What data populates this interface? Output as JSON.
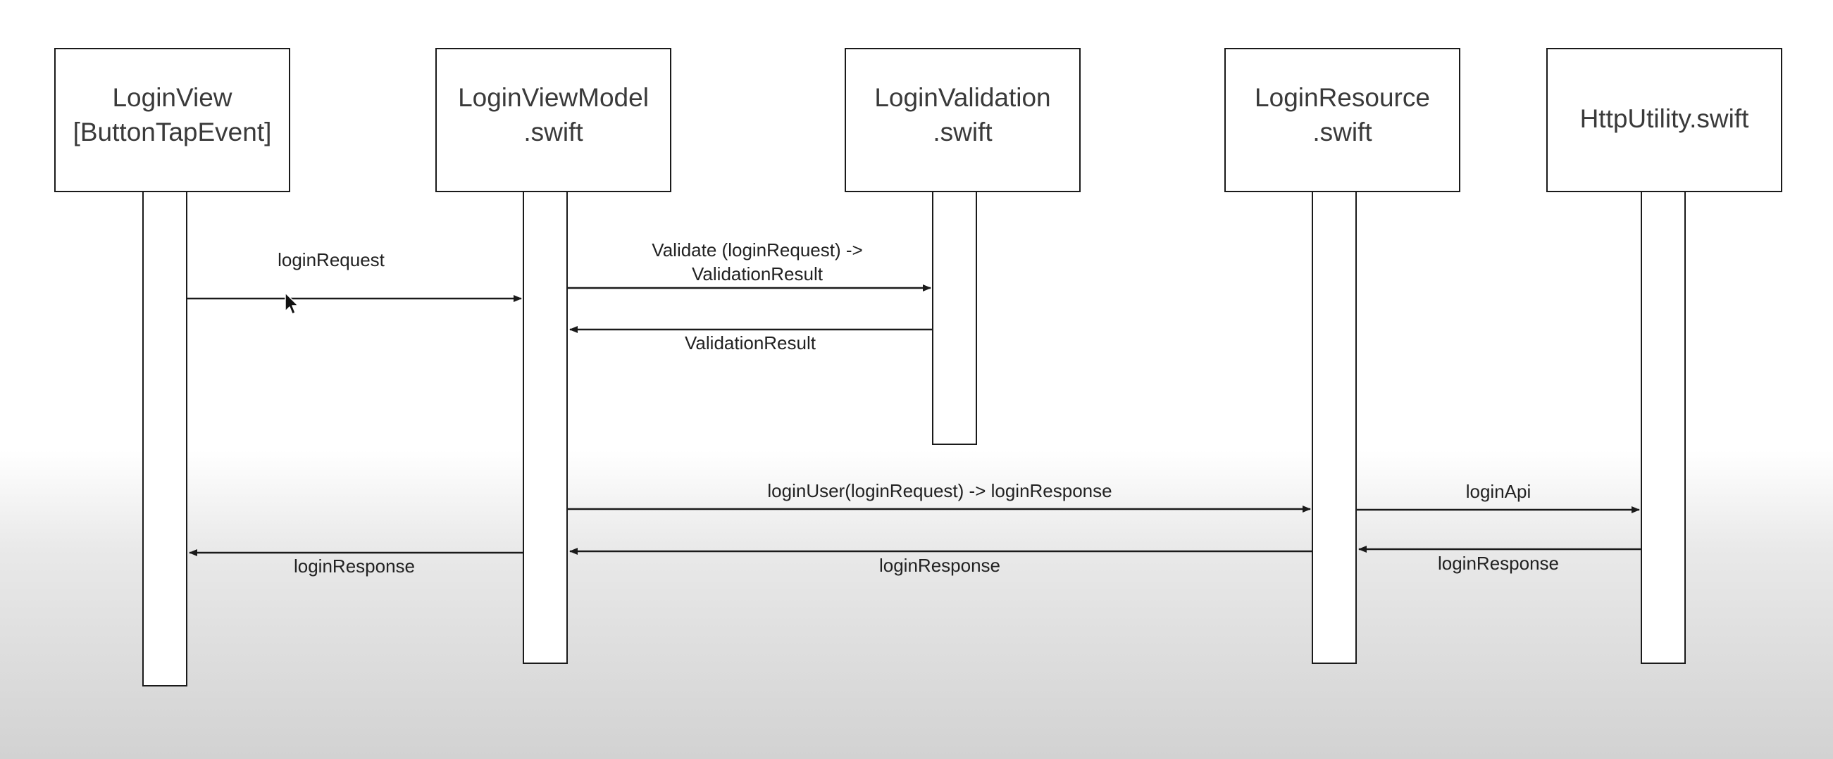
{
  "participants": [
    {
      "id": "login-view",
      "lines": [
        "LoginView",
        "[ButtonTapEvent]"
      ]
    },
    {
      "id": "login-view-model",
      "lines": [
        "LoginViewModel",
        ".swift"
      ]
    },
    {
      "id": "login-validation",
      "lines": [
        "LoginValidation",
        ".swift"
      ]
    },
    {
      "id": "login-resource",
      "lines": [
        "LoginResource",
        ".swift"
      ]
    },
    {
      "id": "http-utility",
      "lines": [
        "HttpUtility.swift"
      ]
    }
  ],
  "messages": [
    {
      "id": "login-request",
      "lines": [
        "loginRequest"
      ]
    },
    {
      "id": "validate-call",
      "lines": [
        "Validate (loginRequest) ->",
        "ValidationResult"
      ]
    },
    {
      "id": "validation-result",
      "lines": [
        "ValidationResult"
      ]
    },
    {
      "id": "login-user-call",
      "lines": [
        "loginUser(loginRequest) -> loginResponse"
      ]
    },
    {
      "id": "login-api",
      "lines": [
        "loginApi"
      ]
    },
    {
      "id": "login-response-view",
      "lines": [
        "loginResponse"
      ]
    },
    {
      "id": "login-response-viewmodel",
      "lines": [
        "loginResponse"
      ]
    },
    {
      "id": "login-response-resource",
      "lines": [
        "loginResponse"
      ]
    }
  ],
  "colors": {
    "stroke": "#1a1a1a",
    "box_fill": "#ffffff",
    "text": "#3a3a3a"
  },
  "cursor": {
    "icon": "mouse-pointer-icon"
  }
}
